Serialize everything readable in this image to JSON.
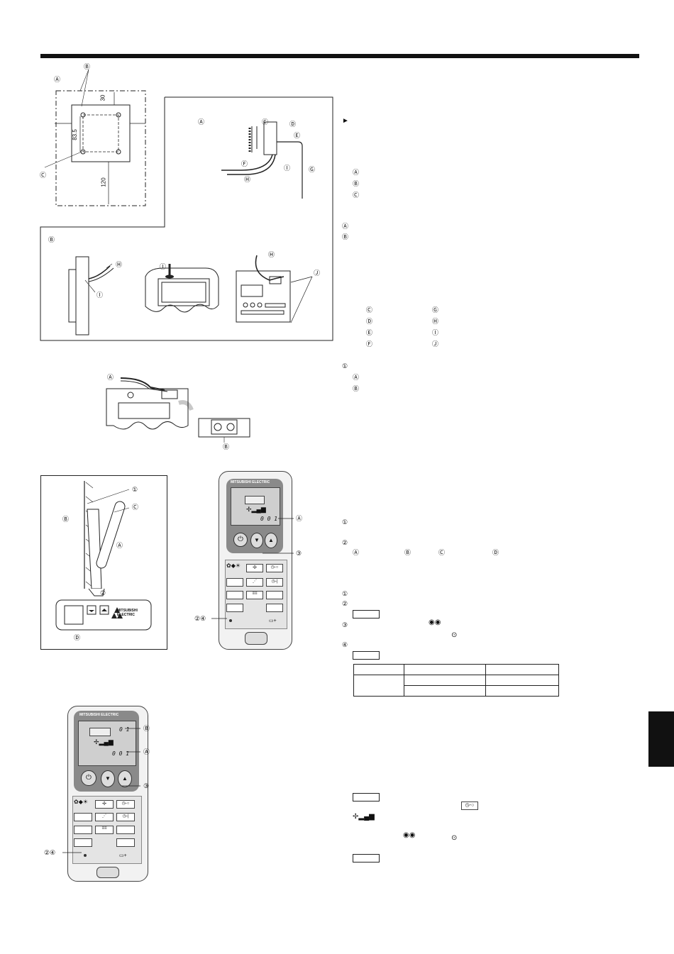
{
  "page": {
    "top_rule": "section-header-rule",
    "side_tab_color": "#111111"
  },
  "fig_mount": {
    "callouts": {
      "a": "Ⓐ",
      "b": "Ⓑ",
      "c": "Ⓒ"
    },
    "dims": {
      "top": "30",
      "mid": "83.5",
      "bottom": "120"
    }
  },
  "fig_pipe": {
    "callouts": {
      "a": "Ⓐ",
      "c": "Ⓒ",
      "d": "Ⓓ",
      "e": "Ⓔ",
      "f": "Ⓕ",
      "g": "Ⓖ",
      "h": "Ⓗ",
      "i": "Ⓘ"
    }
  },
  "fig_wall": {
    "callouts": {
      "b": "Ⓑ",
      "h1": "Ⓗ",
      "i1": "Ⓘ",
      "i2": "Ⓘ",
      "h2": "Ⓗ",
      "j": "Ⓙ"
    }
  },
  "fig_terminal": {
    "callouts": {
      "a": "Ⓐ",
      "b": "Ⓑ"
    }
  },
  "fig_holder": {
    "callouts": {
      "n1": "①",
      "c": "Ⓒ",
      "b": "Ⓑ",
      "a": "Ⓐ",
      "n2": "②",
      "d": "Ⓓ"
    },
    "brand": "MITSUBISHI ELECTRIC"
  },
  "remote1": {
    "brand": "MITSUBISHI ELECTRIC",
    "digits": "0 0 1",
    "callouts": {
      "a": "Ⓐ",
      "n3": "③",
      "n24": "②④"
    }
  },
  "remote2": {
    "brand": "MITSUBISHI ELECTRIC",
    "digits_top": "0 1",
    "digits": "0 0 1",
    "callouts": {
      "b": "Ⓑ",
      "a": "Ⓐ",
      "n3": "③",
      "n24": "②④"
    }
  },
  "right_col": {
    "arrow": "►",
    "list1": [
      "Ⓐ",
      "Ⓑ",
      "Ⓒ"
    ],
    "list2": [
      "Ⓐ",
      "Ⓑ"
    ],
    "parts_col1": [
      "Ⓒ",
      "Ⓓ",
      "Ⓔ",
      "Ⓕ"
    ],
    "parts_col2": [
      "Ⓖ",
      "Ⓗ",
      "Ⓘ",
      "Ⓙ"
    ],
    "step1": "①",
    "step1_sub": [
      "Ⓐ",
      "Ⓑ"
    ],
    "sec2_n1": "①",
    "sec2_n2": "②",
    "sec2_abcd": [
      "Ⓐ",
      "Ⓑ",
      "Ⓒ",
      "Ⓓ"
    ],
    "steps": [
      "①",
      "②",
      "③",
      "④"
    ]
  }
}
